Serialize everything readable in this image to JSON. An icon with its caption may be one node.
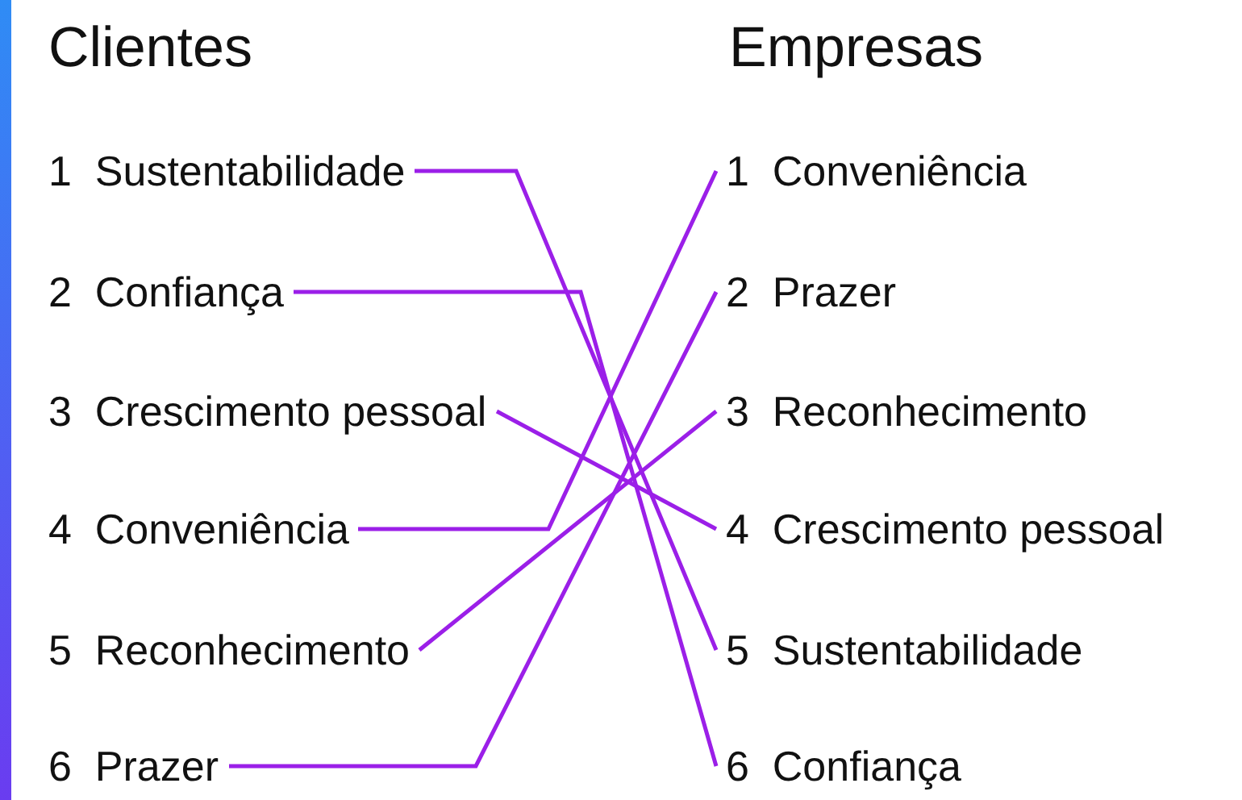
{
  "diagram": {
    "nodes": [
      {
        "text": [
          "1  Sustentabilidade"
        ]
      },
      {
        "text": [
          "2  Confiança"
        ]
      },
      {
        "text": [
          "3  Crescimento pessoal"
        ]
      },
      {
        "text": [
          "4  Conveniência"
        ]
      },
      {
        "text": [
          "5  Reconhecimento"
        ]
      },
      {
        "text": [
          "6  Prazer"
        ]
      },
      {
        "text": [
          "1  Conveniência"
        ]
      },
      {
        "text": [
          "2  Prazer"
        ]
      },
      {
        "text": [
          "3  Reconhecimento"
        ]
      },
      {
        "text": [
          "4  Crescimento pessoal"
        ]
      },
      {
        "text": [
          "5  Sustentabilidade"
        ]
      },
      {
        "text": [
          "6  Confiança"
        ]
      }
    ],
    "edges": [
      {
        "from": 0,
        "to": 10,
        "arrow": "none"
      },
      {
        "from": 1,
        "to": 11,
        "arrow": "none"
      },
      {
        "from": 2,
        "to": 9,
        "arrow": "none"
      },
      {
        "from": 3,
        "to": 6,
        "arrow": "none"
      },
      {
        "from": 4,
        "to": 8,
        "arrow": "none"
      },
      {
        "from": 5,
        "to": 7,
        "arrow": "none"
      }
    ],
    "labels": [
      "Clientes",
      "Empresas"
    ]
  }
}
